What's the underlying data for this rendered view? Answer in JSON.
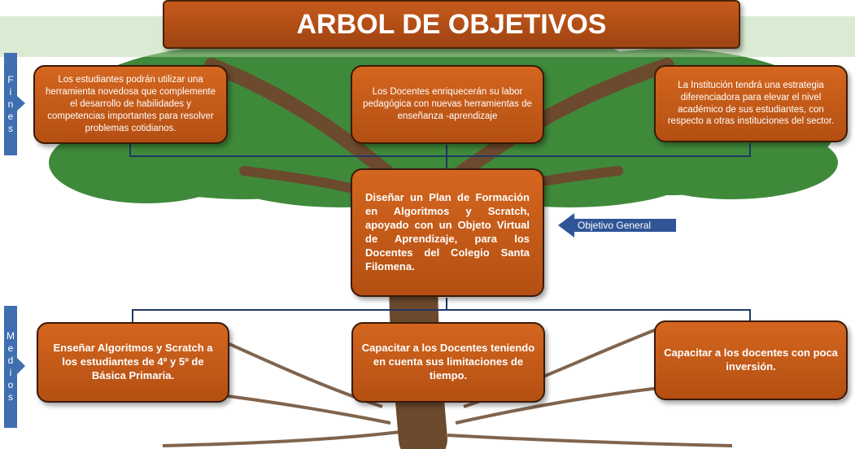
{
  "title": "ARBOL DE OBJETIVOS",
  "side_labels": {
    "fines": [
      "F",
      "i",
      "n",
      "e",
      "s"
    ],
    "medios": [
      "M",
      "e",
      "d",
      "i",
      "o",
      "s"
    ]
  },
  "fines": [
    "Los estudiantes podrán utilizar una herramienta novedosa que complemente el desarrollo de habilidades y competencias importantes para resolver problemas cotidianos.",
    "Los Docentes enriquecerán su labor pedagógica con nuevas herramientas de enseñanza -aprendizaje",
    "La Institución  tendrá una estrategia diferenciadora para elevar el nivel académico de sus estudiantes, con respecto a otras instituciones del sector."
  ],
  "objetivo_general": "Diseñar un Plan de Formación en Algoritmos y Scratch, apoyado con un Objeto Virtual de Aprendizaje, para los Docentes del Colegio Santa Filomena.",
  "objetivo_label": "Objetivo General",
  "medios": [
    "Enseñar Algoritmos y Scratch a los estudiantes de 4º y 5º de Básica Primaria.",
    "Capacitar a los Docentes teniendo en cuenta sus limitaciones de tiempo.",
    "Capacitar a los docentes con poca inversión."
  ],
  "colors": {
    "box": "#c55a17",
    "connector": "#1f3864",
    "side_bar": "#3f6fb0",
    "foliage": "#3f8a3a",
    "trunk": "#6b4a2e"
  }
}
